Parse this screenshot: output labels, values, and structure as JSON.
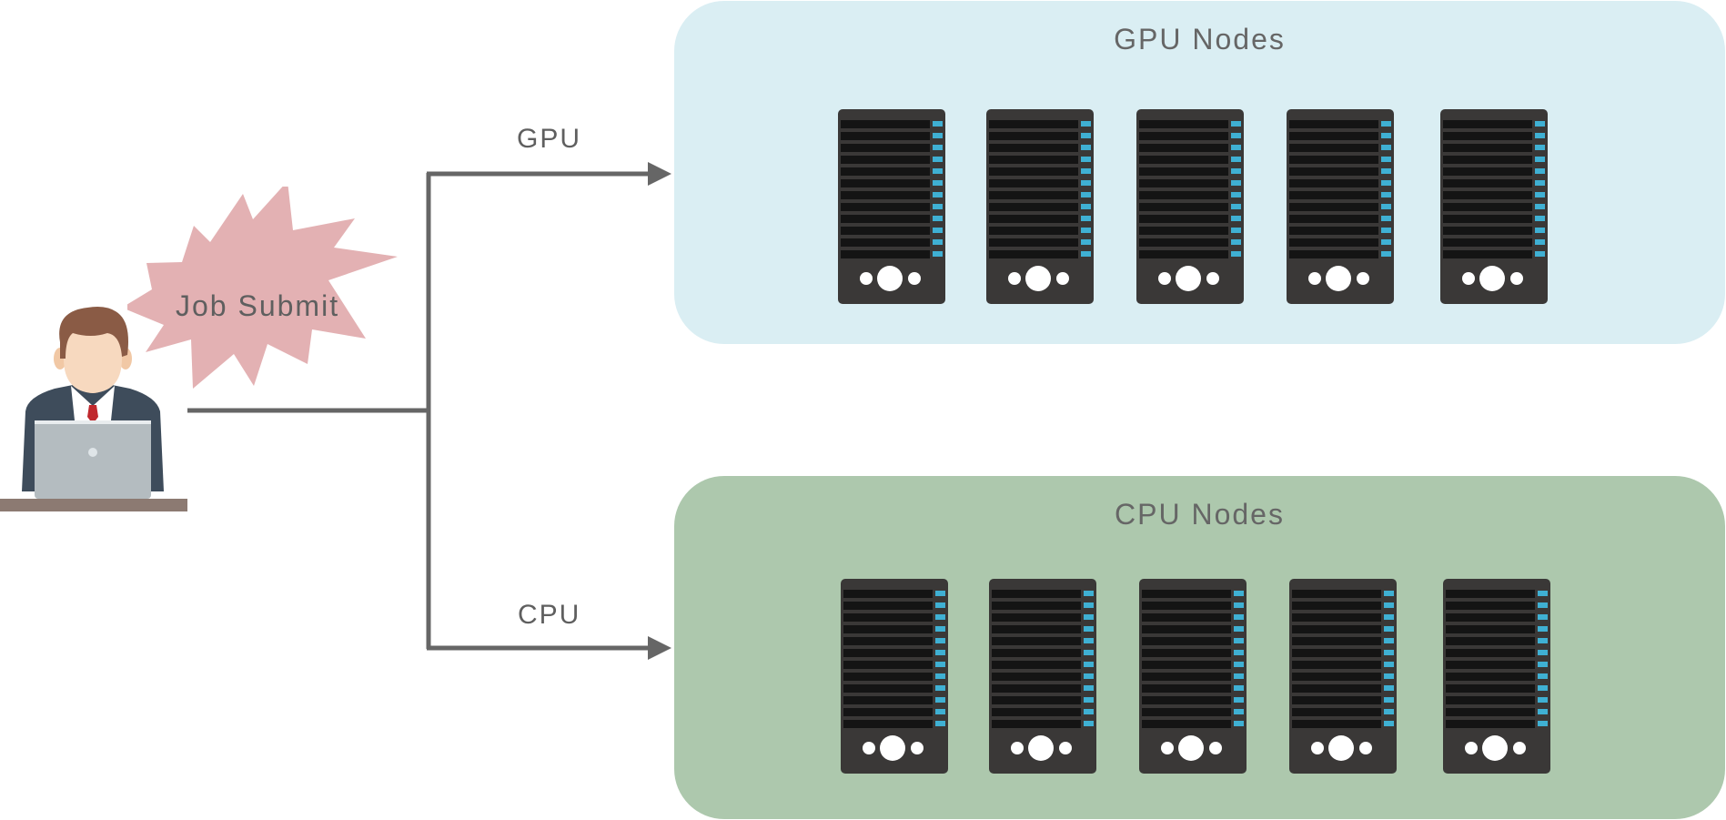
{
  "gpu_group": {
    "title": "GPU Nodes",
    "node_count": 5
  },
  "cpu_group": {
    "title": "CPU Nodes",
    "node_count": 5
  },
  "routes": {
    "gpu_label": "GPU",
    "cpu_label": "CPU"
  },
  "submit": {
    "label": "Job Submit"
  },
  "icons": {
    "user": "user-at-laptop-icon",
    "server": "server-rack-icon",
    "burst": "explosion-burst-shape"
  },
  "colors": {
    "gpu_panel": "#daeef3",
    "cpu_panel": "#adc8ad",
    "server_body": "#3a3837",
    "server_slot": "#141414",
    "server_led": "#3fb0d3",
    "connector": "#666666",
    "burst": "#e3b1b3"
  }
}
